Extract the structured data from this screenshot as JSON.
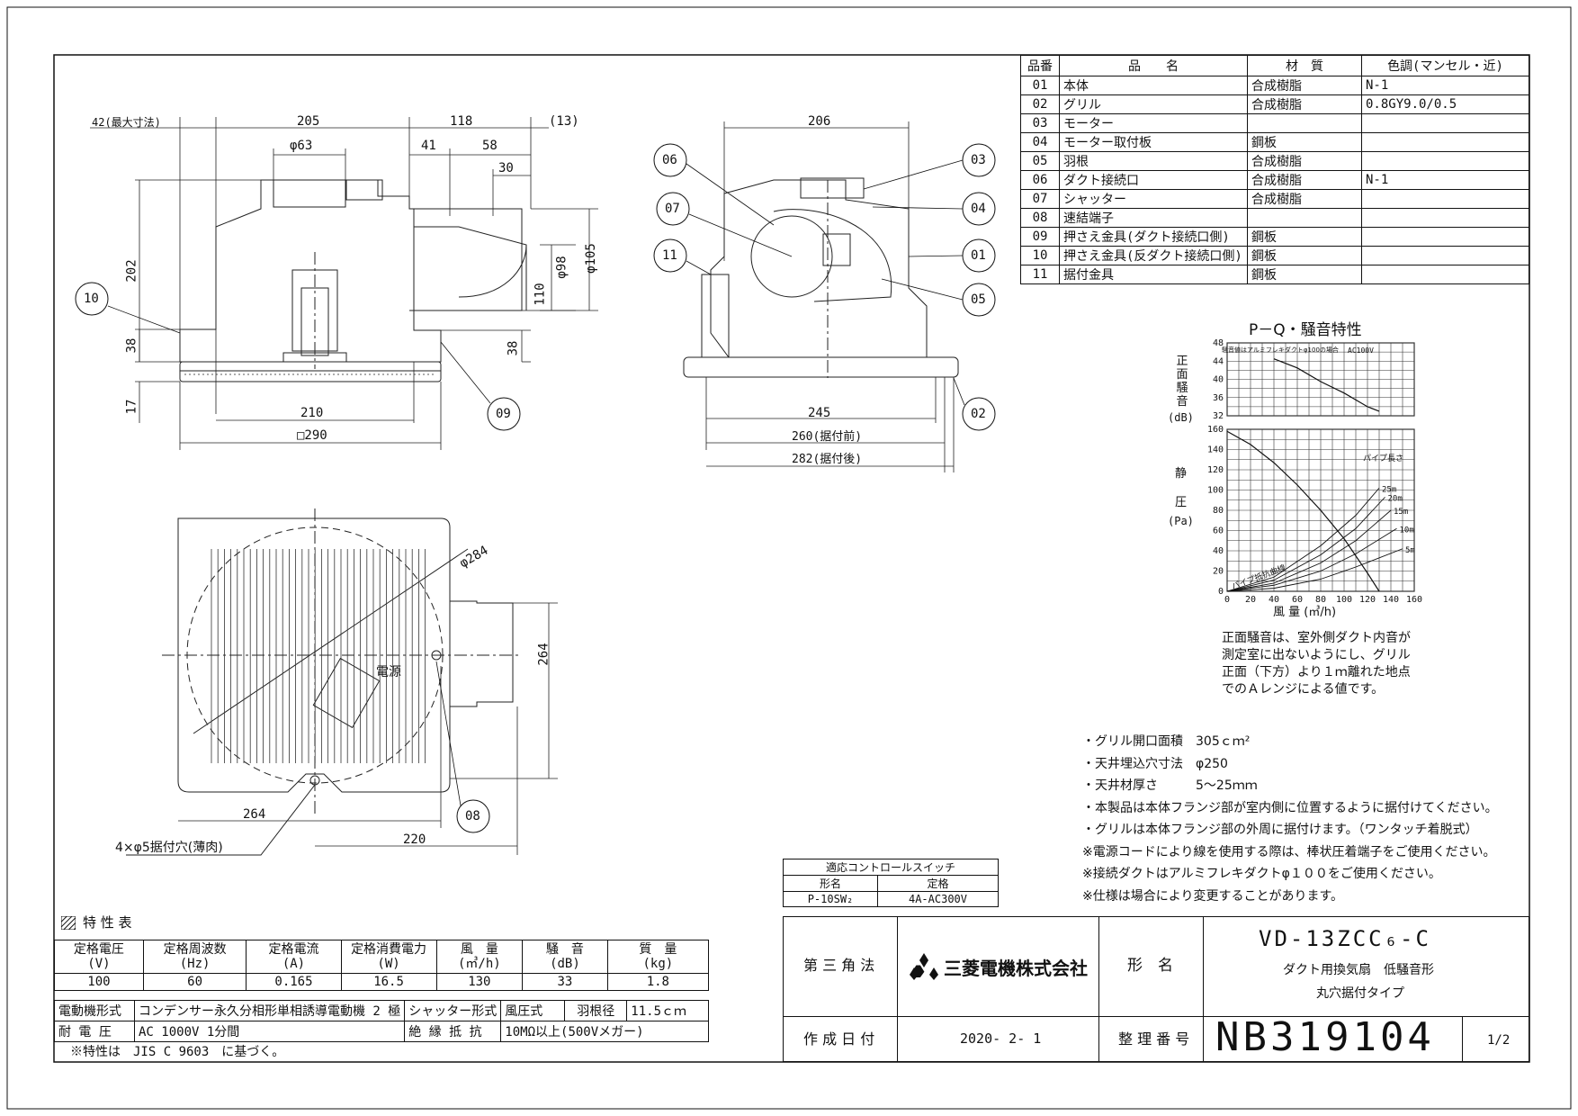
{
  "parts_table": {
    "headers": [
      "品番",
      "品　　名",
      "材　質",
      "色調(マンセル・近)"
    ],
    "rows": [
      {
        "no": "01",
        "name": "本体",
        "material": "合成樹脂",
        "color": "N-1"
      },
      {
        "no": "02",
        "name": "グリル",
        "material": "合成樹脂",
        "color": "0.8GY9.0/0.5"
      },
      {
        "no": "03",
        "name": "モーター",
        "material": "",
        "color": ""
      },
      {
        "no": "04",
        "name": "モーター取付板",
        "material": "鋼板",
        "color": ""
      },
      {
        "no": "05",
        "name": "羽根",
        "material": "合成樹脂",
        "color": ""
      },
      {
        "no": "06",
        "name": "ダクト接続口",
        "material": "合成樹脂",
        "color": "N-1"
      },
      {
        "no": "07",
        "name": "シャッター",
        "material": "合成樹脂",
        "color": ""
      },
      {
        "no": "08",
        "name": "速結端子",
        "material": "",
        "color": ""
      },
      {
        "no": "09",
        "name": "押さえ金具(ダクト接続口側)",
        "material": "鋼板",
        "color": ""
      },
      {
        "no": "10",
        "name": "押さえ金具(反ダクト接続口側)",
        "material": "鋼板",
        "color": ""
      },
      {
        "no": "11",
        "name": "据付金具",
        "material": "鋼板",
        "color": ""
      }
    ]
  },
  "pq_chart": {
    "title": "P－Q・騒音特性",
    "noise_note": "騒音値はアルミフレキダクトφ100の場合",
    "voltage": "AC100V",
    "noise_ylabel_chars": [
      "正",
      "面",
      "騒",
      "音"
    ],
    "noise_unit": "(dB)",
    "pressure_ylabel_chars": [
      "静",
      "圧"
    ],
    "pressure_unit": "(Pa)",
    "pipe_length_label": "パイプ長さ",
    "pipe_resistance_label": "パイプ抵抗曲線",
    "xlabel": "風 量 (㎥/h)",
    "x_ticks": [
      "0",
      "20",
      "40",
      "60",
      "80",
      "100",
      "120",
      "140",
      "160"
    ],
    "noise_ticks": [
      "48",
      "44",
      "40",
      "36",
      "32"
    ],
    "pressure_ticks": [
      "160",
      "140",
      "120",
      "100",
      "80",
      "60",
      "40",
      "20",
      "0"
    ],
    "pipe_lengths": [
      "25m",
      "20m",
      "15m",
      "10m",
      "5m"
    ],
    "note_lines": [
      "正面騒音は、室外側ダクト内音が",
      "測定室に出ないようにし、グリル",
      "正面（下方）より１ｍ離れた地点",
      "でのＡレンジによる値です。"
    ]
  },
  "chart_data": {
    "type": "line",
    "xlim": [
      0,
      160
    ],
    "noise": {
      "ylim": [
        32,
        48
      ],
      "x": [
        40,
        60,
        80,
        100,
        120,
        130
      ],
      "y": [
        44.5,
        42.5,
        39.5,
        37,
        34,
        33
      ]
    },
    "pressure": {
      "ylim": [
        0,
        160
      ],
      "x": [
        0,
        20,
        40,
        60,
        80,
        100,
        120,
        130
      ],
      "y": [
        158,
        145,
        127,
        105,
        80,
        52,
        18,
        0
      ]
    },
    "pipe_curves": [
      {
        "name": "25m",
        "points": [
          [
            0,
            0
          ],
          [
            40,
            14
          ],
          [
            80,
            45
          ],
          [
            110,
            75
          ],
          [
            130,
            102
          ]
        ]
      },
      {
        "name": "20m",
        "points": [
          [
            0,
            0
          ],
          [
            40,
            11
          ],
          [
            80,
            36
          ],
          [
            110,
            62
          ],
          [
            135,
            93
          ]
        ]
      },
      {
        "name": "15m",
        "points": [
          [
            0,
            0
          ],
          [
            40,
            8
          ],
          [
            80,
            28
          ],
          [
            110,
            50
          ],
          [
            140,
            80
          ]
        ]
      },
      {
        "name": "10m",
        "points": [
          [
            0,
            0
          ],
          [
            40,
            6
          ],
          [
            80,
            20
          ],
          [
            110,
            37
          ],
          [
            145,
            62
          ]
        ]
      },
      {
        "name": "5m",
        "points": [
          [
            0,
            0
          ],
          [
            40,
            3
          ],
          [
            80,
            12
          ],
          [
            110,
            24
          ],
          [
            150,
            42
          ]
        ]
      }
    ]
  },
  "notes": [
    "・グリル開口面積　305ｃｍ²",
    "・天井埋込穴寸法　φ250",
    "・天井材厚さ　　　5～25ｍｍ",
    "・本製品は本体フランジ部が室内側に位置するように据付けてください。",
    "・グリルは本体フランジ部の外周に据付けます。（ワンタッチ着脱式）",
    "※電源コードにより線を使用する際は、棒状圧着端子をご使用ください。",
    "※接続ダクトはアルミフレキダクトφ１００をご使用ください。",
    "※仕様は場合により変更することがあります。"
  ],
  "switch_table": {
    "title": "適応コントロールスイッチ",
    "headers": [
      "形名",
      "定格"
    ],
    "model": "P-10SW₂",
    "rating": "4A-AC300V"
  },
  "spec_table": {
    "title": "特 性 表",
    "headers": [
      {
        "l1": "定格電圧",
        "l2": "(V)"
      },
      {
        "l1": "定格周波数",
        "l2": "(Hz)"
      },
      {
        "l1": "定格電流",
        "l2": "(A)"
      },
      {
        "l1": "定格消費電力",
        "l2": "(W)"
      },
      {
        "l1": "風　量",
        "l2": "(㎥/h)"
      },
      {
        "l1": "騒　音",
        "l2": "(dB)"
      },
      {
        "l1": "質　量",
        "l2": "(kg)"
      }
    ],
    "values": [
      "100",
      "60",
      "0.165",
      "16.5",
      "130",
      "33",
      "1.8"
    ],
    "motor_label": "電動機形式",
    "motor_value": "コンデンサー永久分相形単相誘導電動機 2 極",
    "shutter_label": "シャッター形式",
    "shutter_value": "風圧式",
    "blade_label": "羽根径",
    "blade_value": "11.5ｃｍ",
    "voltage_label": "耐 電 圧",
    "voltage_value": "AC 1000V 1分間",
    "insulation_label": "絶 縁 抵 抗",
    "insulation_value": "10MΩ以上(500Vメガー)",
    "footnote": "※特性は　JIS C 9603　に基づく。"
  },
  "title_block": {
    "projection": "第 三 角 法",
    "company": "三菱電機株式会社",
    "model_label": "形　名",
    "model": "VD-13ZCC₆-C",
    "desc1": "ダクト用換気扇　低騒音形",
    "desc2": "丸穴据付タイプ",
    "date_label": "作 成 日 付",
    "date": "2020- 2- 1",
    "number_label": "整 理 番 号",
    "number": "NB319104",
    "page": "1/2"
  },
  "drawing": {
    "front_dims": {
      "d42": "42(最大寸法)",
      "d205": "205",
      "d118": "118",
      "d13": "(13)",
      "d63": "φ63",
      "d41": "41",
      "d58": "58",
      "d30": "30",
      "d202": "202",
      "d38": "38",
      "d17": "17",
      "d98": "φ98",
      "d105": "φ105",
      "d110": "110",
      "d38b": "38",
      "d210": "210",
      "d290": "□290"
    },
    "side_dims": {
      "d206": "206",
      "d245": "245",
      "d260": "260(据付前)",
      "d282": "282(据付後)"
    },
    "plan_dims": {
      "d284": "φ284",
      "d264v": "264",
      "d264h": "264",
      "d220": "220",
      "power": "電源",
      "holes": "4×φ5据付穴(薄肉)"
    },
    "callouts": {
      "c01": "01",
      "c02": "02",
      "c03": "03",
      "c04": "04",
      "c05": "05",
      "c06": "06",
      "c07": "07",
      "c08": "08",
      "c09": "09",
      "c10": "10",
      "c11": "11"
    }
  }
}
